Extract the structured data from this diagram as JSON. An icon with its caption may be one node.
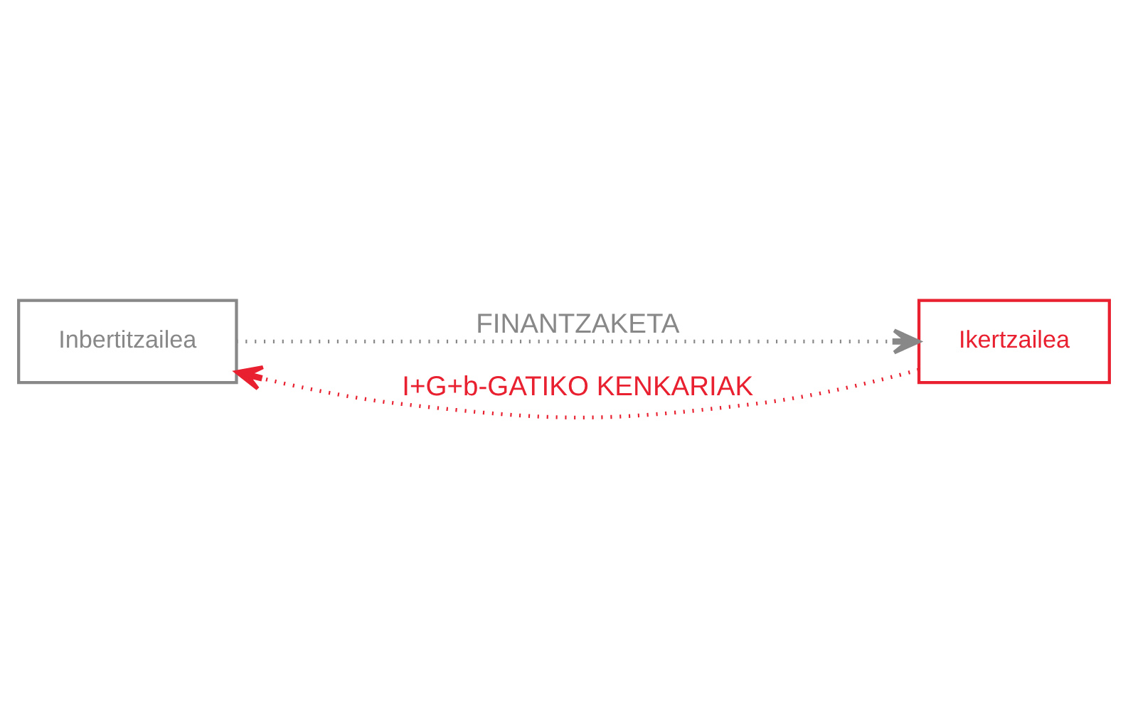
{
  "diagram": {
    "nodes": [
      {
        "text": [
          "Inbertitzailea"
        ]
      },
      {
        "text": [
          "Ikertzailea"
        ]
      }
    ],
    "edges": [
      {
        "from": 0,
        "to": 1,
        "arrow": "to",
        "label": "FINANTZAKETA",
        "style": "dashed",
        "color": "#888888"
      },
      {
        "from": 1,
        "to": 0,
        "arrow": "to",
        "label": "I+G+b-GATIKO KENKARIAK",
        "style": "dashed",
        "color": "#e8202f"
      }
    ]
  }
}
